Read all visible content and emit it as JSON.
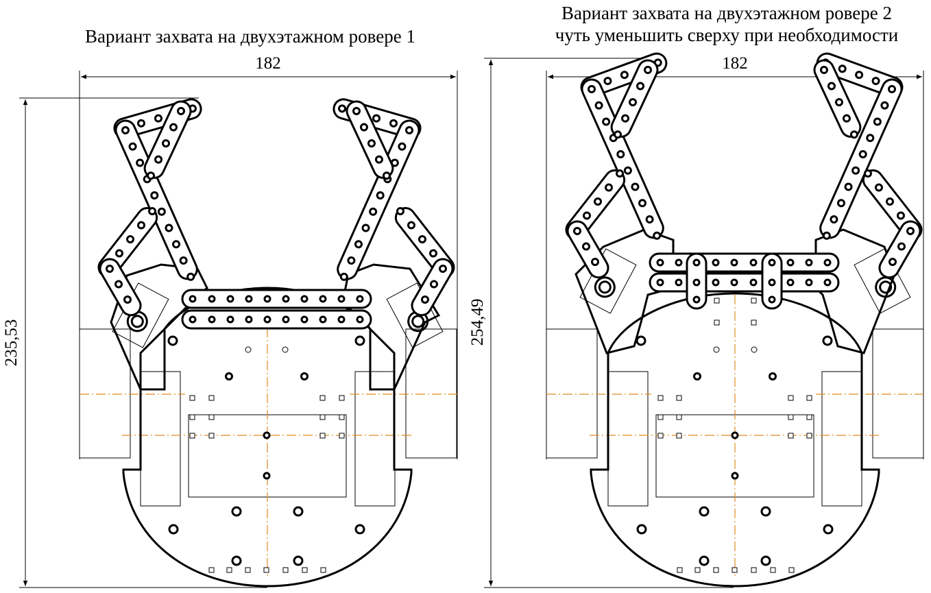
{
  "titles": {
    "left": "Вариант захвата на двухэтажном ровере 1",
    "right_line1": "Вариант захвата на двухэтажном ровере 2",
    "right_line2": "чуть уменьшить сверху при необходимости"
  },
  "dimensions": {
    "left_width": "182",
    "left_height": "235,53",
    "right_width": "182",
    "right_height": "254,49"
  }
}
